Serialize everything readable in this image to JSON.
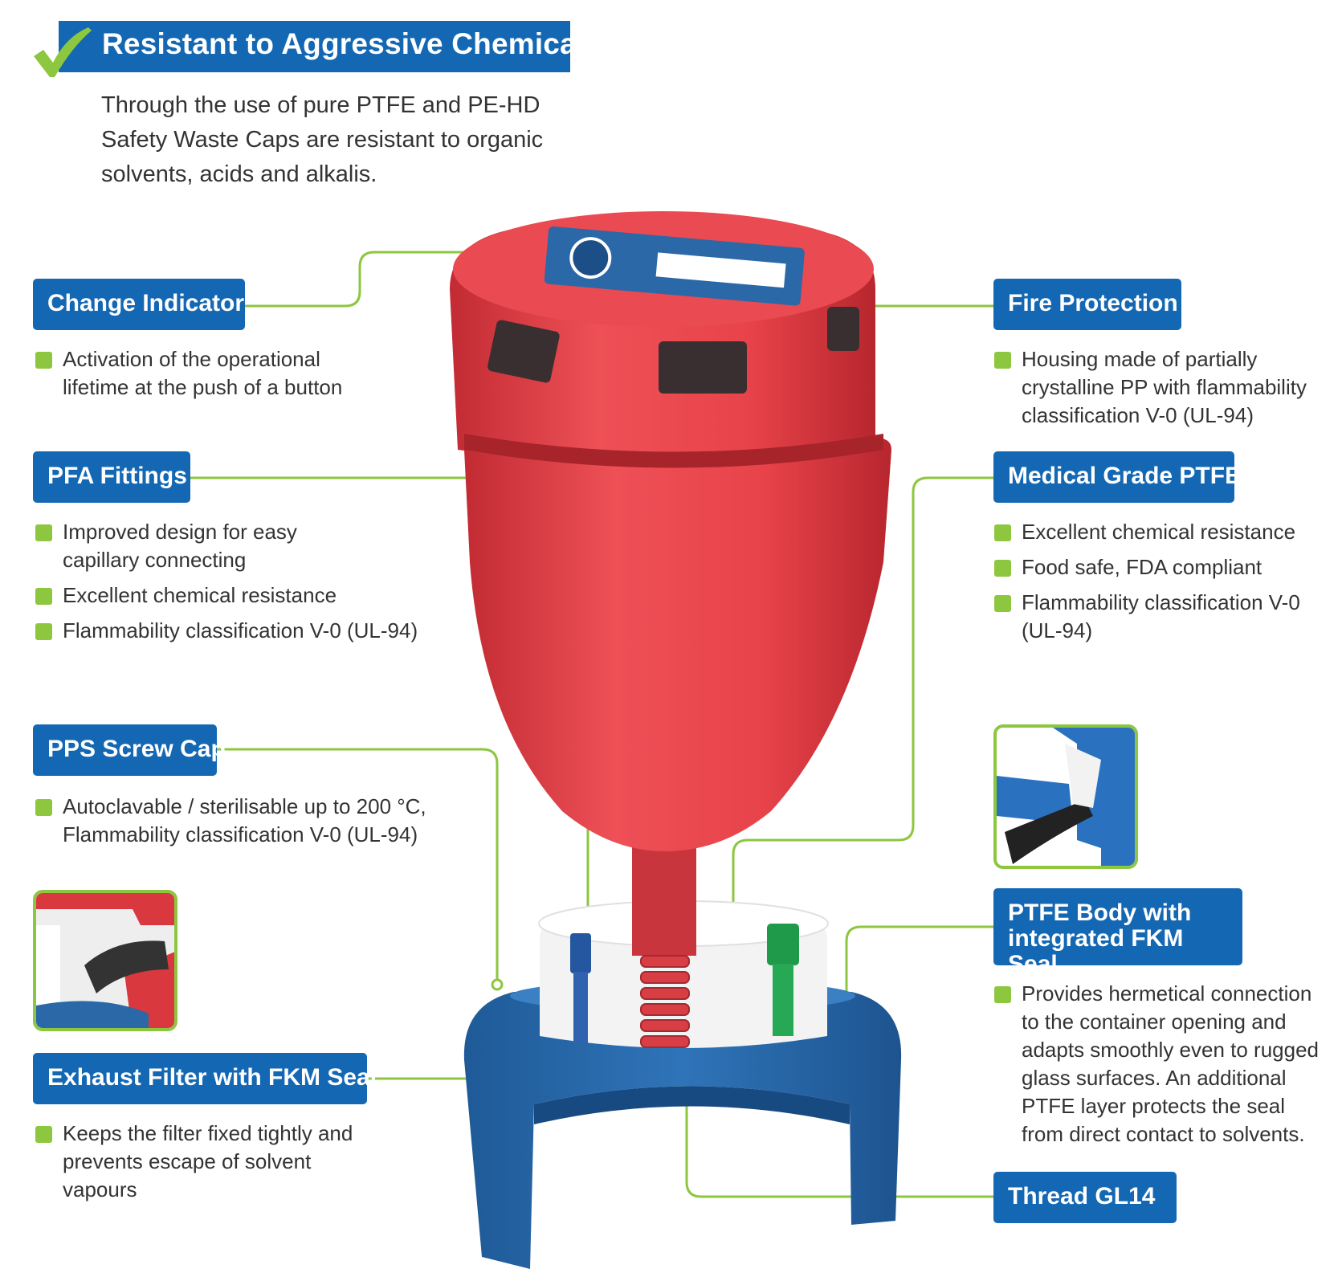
{
  "header": {
    "title": "Resistant to Aggressive Chemicals",
    "intro": "Through the use of pure PTFE and PE-HD Safety Waste Caps are resistant to organic solvents, acids and alkalis."
  },
  "colors": {
    "brand_blue": "#1468b3",
    "accent_green": "#8dc63f",
    "cap_red": "#e8434a",
    "base_blue": "#2a68a8"
  },
  "features": {
    "change_indicator": {
      "title": "Change Indicator",
      "bullets": [
        "Activation of the operational lifetime at the push of a button"
      ]
    },
    "pfa_fittings": {
      "title": "PFA Fittings",
      "bullets": [
        "Improved design for easy capillary connecting",
        "Excellent chemical resistance",
        "Flammability classification V-0 (UL-94)"
      ]
    },
    "pps_screw_cap": {
      "title": "PPS Screw Cap",
      "bullets": [
        "Autoclavable / sterilisable up to 200 °C, Flammability classification V-0 (UL-94)"
      ]
    },
    "exhaust_filter": {
      "title": "Exhaust Filter with FKM Seal",
      "bullets": [
        "Keeps the filter fixed tightly and prevents escape of solvent vapours"
      ]
    },
    "fire_protection": {
      "title": "Fire Protection",
      "bullets": [
        "Housing made of partially crystalline PP with flammability classification V-0 (UL-94)"
      ]
    },
    "medical_ptfe": {
      "title": "Medical Grade PTFE",
      "bullets": [
        "Excellent chemical resistance",
        "Food safe, FDA compliant",
        "Flammability classification V-0 (UL-94)"
      ]
    },
    "ptfe_body": {
      "title": "PTFE Body with integrated FKM Seal",
      "bullets": [
        "Provides hermetical connection to the container opening and adapts smoothly even to rugged glass surfaces. An additional PTFE layer protects the seal from direct contact to solvents."
      ]
    },
    "thread": {
      "title": "Thread GL14"
    }
  },
  "icons": {
    "check": "checkmark-icon",
    "bullet": "green-square-bullet-icon"
  }
}
